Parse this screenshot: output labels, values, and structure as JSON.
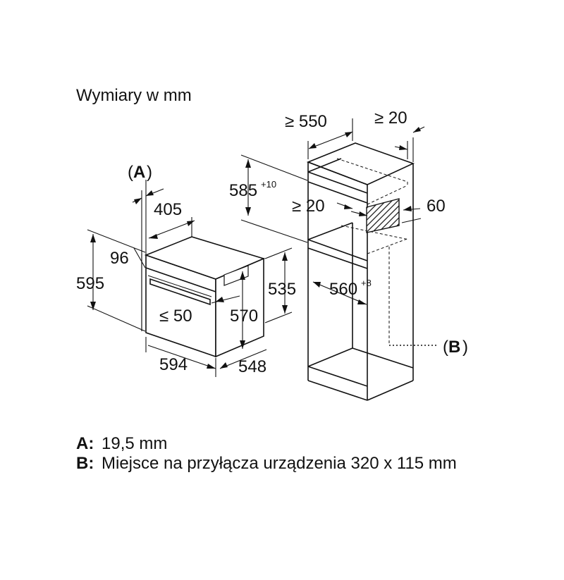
{
  "title": "Wymiary w mm",
  "labels": {
    "a_marker_open": "(",
    "a_marker_letter": "A",
    "a_marker_close": ")",
    "b_marker_open": "(",
    "b_marker_letter": "B",
    "b_marker_close": ")"
  },
  "oven_dims": {
    "d405": "405",
    "d96": "96",
    "d595": "595",
    "d_le50": "≤ 50",
    "d570": "570",
    "d594": "594",
    "d548": "548"
  },
  "cabinet_dims": {
    "d_ge550": "≥ 550",
    "d_ge20_top": "≥ 20",
    "d585": "585",
    "d585_tol": "+10",
    "d_ge20_mid": "≥ 20",
    "d60": "60",
    "d535": "535",
    "d560": "560",
    "d560_tol": "+8"
  },
  "legend": [
    {
      "key": "A:",
      "text": "19,5 mm"
    },
    {
      "key": "B:",
      "text": "Miejsce na przyłącza urządzenia 320 x 115 mm"
    }
  ]
}
